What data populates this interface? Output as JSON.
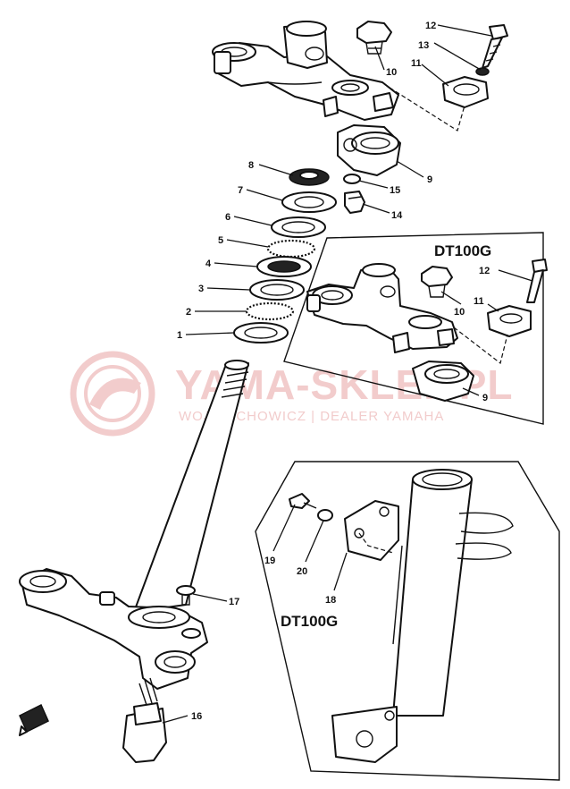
{
  "diagram": {
    "callouts": [
      "1",
      "2",
      "3",
      "4",
      "5",
      "6",
      "7",
      "8",
      "9",
      "10",
      "11",
      "12",
      "13",
      "14",
      "15",
      "16",
      "17",
      "19",
      "20",
      "18",
      "9",
      "10",
      "11",
      "12"
    ],
    "panels": {
      "upper_variant_label": "DT100G",
      "lower_variant_label": "DT100G"
    },
    "watermark": {
      "title": "YAMA-SKLEP.PL",
      "subtitle": "WOJCIECHOWICZ | DEALER YAMAHA"
    },
    "colors": {
      "line": "#111111",
      "paper": "#ffffff",
      "watermark": "#f2cccc"
    }
  }
}
